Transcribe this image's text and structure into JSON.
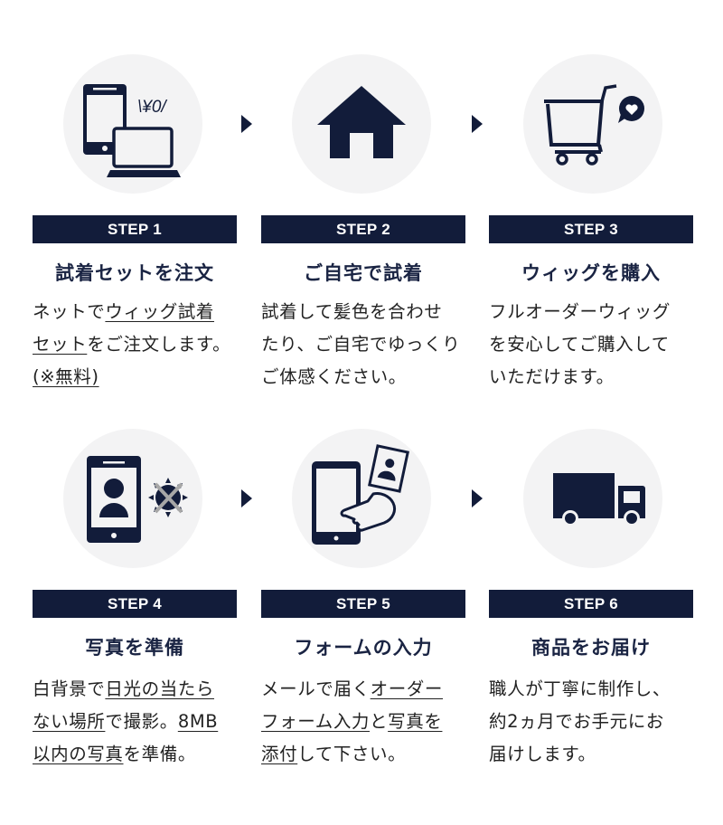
{
  "colors": {
    "navy": "#121c3a",
    "circle_bg": "#f3f3f4",
    "title": "#1a2443",
    "text": "#222222",
    "cross": "#a7a7a7"
  },
  "steps": [
    {
      "label": "STEP 1",
      "icon": "phone-laptop-free-icon",
      "icon_text": "\\¥0/",
      "title": "試着セットを注文",
      "lines": [
        [
          {
            "t": "ネットで",
            "u": false
          },
          {
            "t": "ウィッグ試着",
            "u": true
          }
        ],
        [
          {
            "t": "セット",
            "u": true
          },
          {
            "t": "をご注文します。",
            "u": false
          }
        ],
        [
          {
            "t": "(※無料)",
            "u": true
          }
        ]
      ]
    },
    {
      "label": "STEP 2",
      "icon": "house-icon",
      "title": "ご自宅で試着",
      "lines": [
        [
          {
            "t": "試着して髪色を合わせ",
            "u": false
          }
        ],
        [
          {
            "t": "たり、ご自宅でゆっくり",
            "u": false
          }
        ],
        [
          {
            "t": "ご体感ください。",
            "u": false
          }
        ]
      ]
    },
    {
      "label": "STEP 3",
      "icon": "shopping-cart-heart-icon",
      "title": "ウィッグを購入",
      "lines": [
        [
          {
            "t": "フルオーダーウィッグ",
            "u": false
          }
        ],
        [
          {
            "t": "を安心してご購入して",
            "u": false
          }
        ],
        [
          {
            "t": "いただけます。",
            "u": false
          }
        ]
      ]
    },
    {
      "label": "STEP 4",
      "icon": "phone-portrait-no-sun-icon",
      "title": "写真を準備",
      "lines": [
        [
          {
            "t": "白背景で",
            "u": false
          },
          {
            "t": "日光の当たら",
            "u": true
          }
        ],
        [
          {
            "t": "ない場所",
            "u": true
          },
          {
            "t": "で撮影。",
            "u": false
          },
          {
            "t": "8MB",
            "u": true
          }
        ],
        [
          {
            "t": "以内の写真",
            "u": true
          },
          {
            "t": "を準備。",
            "u": false
          }
        ]
      ]
    },
    {
      "label": "STEP 5",
      "icon": "tablet-hand-photo-icon",
      "title": "フォームの入力",
      "lines": [
        [
          {
            "t": "メールで届く",
            "u": false
          },
          {
            "t": "オーダー",
            "u": true
          }
        ],
        [
          {
            "t": "フォーム入力",
            "u": true
          },
          {
            "t": "と",
            "u": false
          },
          {
            "t": "写真を",
            "u": true
          }
        ],
        [
          {
            "t": "添付",
            "u": true
          },
          {
            "t": "して下さい。",
            "u": false
          }
        ]
      ]
    },
    {
      "label": "STEP 6",
      "icon": "delivery-truck-icon",
      "title": "商品をお届け",
      "lines": [
        [
          {
            "t": "職人が丁寧に制作し、",
            "u": false
          }
        ],
        [
          {
            "t": "約2ヵ月でお手元にお",
            "u": false
          }
        ],
        [
          {
            "t": "届けします。",
            "u": false
          }
        ]
      ]
    }
  ]
}
